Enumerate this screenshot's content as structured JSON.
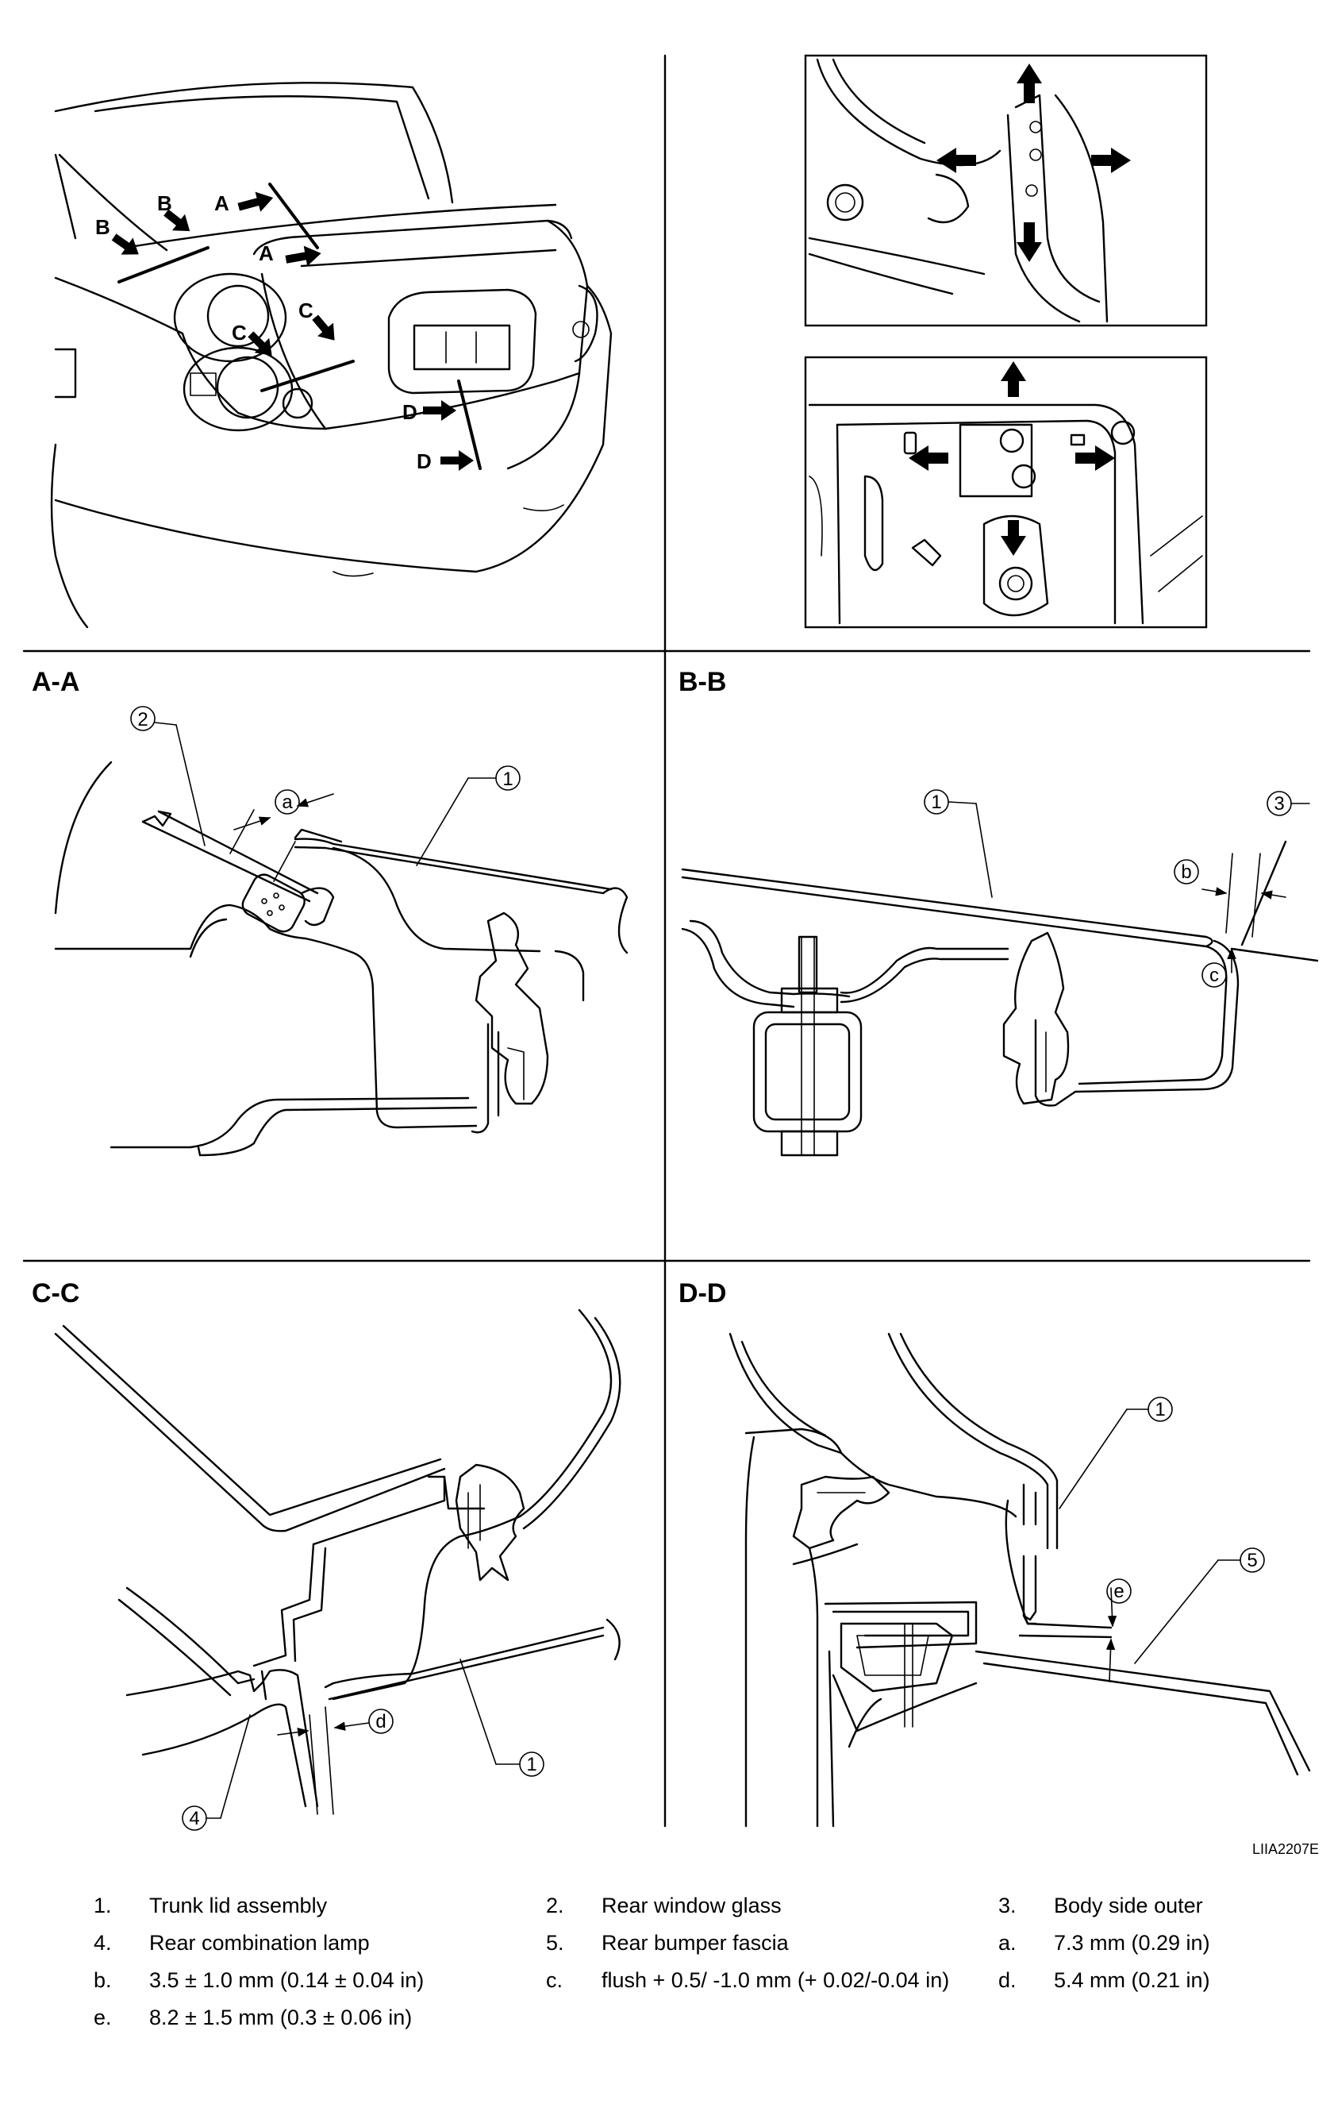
{
  "sections": {
    "aa": "A-A",
    "bb": "B-B",
    "cc": "C-C",
    "dd": "D-D"
  },
  "view_labels": {
    "a": "A",
    "b": "B",
    "c": "C",
    "d": "D"
  },
  "callouts": {
    "n1": "1",
    "n2": "2",
    "n3": "3",
    "n4": "4",
    "n5": "5",
    "la": "a",
    "lb": "b",
    "lc": "c",
    "ld": "d",
    "le": "e"
  },
  "figure_code": "LIIA2207E",
  "legend": [
    {
      "num": "1.",
      "text": "Trunk lid assembly"
    },
    {
      "num": "2.",
      "text": "Rear window glass"
    },
    {
      "num": "3.",
      "text": "Body side outer"
    },
    {
      "num": "4.",
      "text": "Rear combination lamp"
    },
    {
      "num": "5.",
      "text": "Rear bumper fascia"
    },
    {
      "num": "a.",
      "text": "7.3 mm (0.29 in)"
    },
    {
      "num": "b.",
      "text": "3.5 ± 1.0 mm (0.14 ± 0.04 in)"
    },
    {
      "num": "c.",
      "text": "flush + 0.5/ -1.0 mm (+ 0.02/-0.04 in)"
    },
    {
      "num": "d.",
      "text": "5.4 mm (0.21 in)"
    },
    {
      "num": "e.",
      "text": "8.2 ± 1.5 mm (0.3 ± 0.06 in)"
    }
  ]
}
